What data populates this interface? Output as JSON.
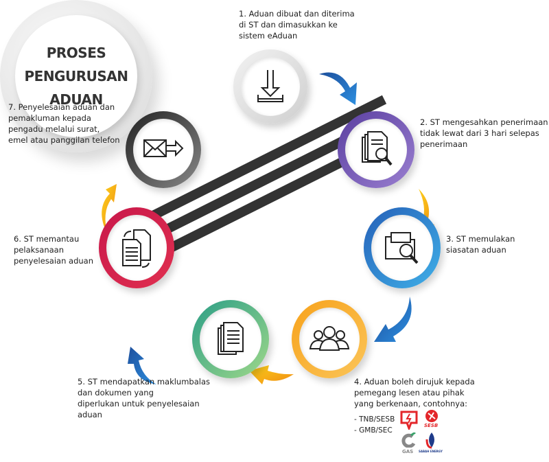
{
  "title": [
    "PROSES",
    "PENGURUSAN",
    "ADUAN"
  ],
  "steps": [
    {
      "text": "1. Aduan dibuat dan diterima\ndi ST dan dimasukkan ke\nsistem eAduan",
      "icon": "download-icon",
      "color": "#d8d8d8"
    },
    {
      "text": "2. ST mengesahkan penerimaan\ntidak lewat dari 3 hari selepas\npenerimaan",
      "icon": "document-search-icon",
      "color": "#6c4fa8"
    },
    {
      "text": "3. ST memulakan\nsiasatan aduan",
      "icon": "folder-search-icon",
      "color": "#2e8fd8"
    },
    {
      "text": "4. Aduan boleh dirujuk kepada\npemegang lesen atau pihak\nyang berkenaan, contohnya:",
      "icon": "people-icon",
      "color": "#f7a21b"
    },
    {
      "text": "5. ST mendapatkan maklumbalas\ndan dokumen  yang\ndiperlukan untuk penyelesaian\naduan",
      "icon": "documents-icon",
      "color": "#5cb88a"
    },
    {
      "text": "6. ST memantau\npelaksanaan\npenyelesaian aduan",
      "icon": "document-cycle-icon",
      "color": "#c8174a"
    },
    {
      "text": "7. Penyelesaian aduan dan\npemakluman kepada\npengadu  melalui surat,\nemel atau panggilan telefon",
      "icon": "mail-send-icon",
      "color": "#3a3a3a"
    }
  ],
  "licensees": [
    "- TNB/SESB",
    "- GMB/SEC"
  ],
  "logos": [
    "SESB",
    "GAS",
    "SABAH ENERGY"
  ]
}
